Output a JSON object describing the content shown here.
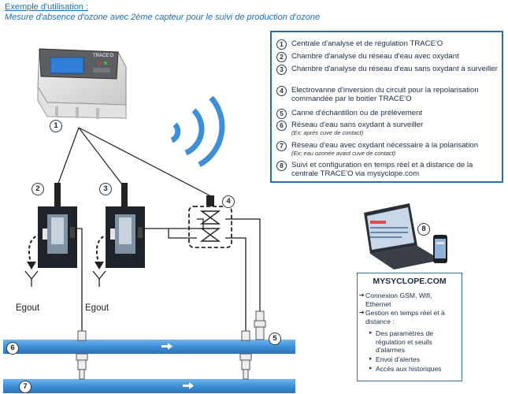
{
  "header": {
    "title": "Exemple d'utilisation :",
    "subtitle": "Mesure d'absence d'ozone avec 2ème capteur pour le suivi de production d'ozone"
  },
  "legend": [
    {
      "num": "1",
      "text": "Centrale d'analyse et de régulation TRACE'O",
      "sub": ""
    },
    {
      "num": "2",
      "text": "Chambre d'analyse du réseau d'eau avec oxydant",
      "sub": ""
    },
    {
      "num": "3",
      "text": "Chambre d'analyse du réseau d'eau sans oxydant à surveiller",
      "sub": ""
    },
    {
      "num": "4",
      "text": "Electrovanne d'inversion du circuit pour la repolarisation commandée par le boitier TRACE'O",
      "sub": ""
    },
    {
      "num": "5",
      "text": "Canne d'échantillon ou de prélèvement",
      "sub": ""
    },
    {
      "num": "6",
      "text": "Réseau d'eau sans oxydant à surveiller",
      "sub": "(Ex: après cuve de contact)"
    },
    {
      "num": "7",
      "text": "Réseau d'eau avec oxydant nécessaire à la polarisation",
      "sub": "(Ex: eau ozonée avant cuve de contact)"
    },
    {
      "num": "8",
      "text": "Suivi et configuration en temps réel et à distance de la centrale TRACE'O via mysyclope.com",
      "sub": ""
    }
  ],
  "device": {
    "brand": "TRACE'O"
  },
  "callouts": {
    "c1": "1",
    "c2": "2",
    "c3": "3",
    "c4": "4",
    "c5": "5",
    "c6": "6",
    "c7": "7",
    "c8": "8"
  },
  "drains": {
    "left": "Egout",
    "right": "Egout"
  },
  "mysyclope": {
    "title": "MYSYCLOPE.COM",
    "bullet1": "Connexion GSM, Wifi, Ethernet",
    "bullet2": "Gestion en temps réel et à distance :",
    "sub1": "Des paramètres de régulation et seuils d'alarmes",
    "sub2": "Envoi d'alertes",
    "sub3": "Accès aux historiques"
  },
  "colors": {
    "accent": "#1f6fb2",
    "pipe": "#3f8fd6",
    "legend_border": "#2a6fa8",
    "wifi": "#3d8fd8"
  },
  "icons": [
    "wifi-icon",
    "laptop-icon",
    "smartphone-icon",
    "valve-icon",
    "drain-icon",
    "flow-arrow-icon"
  ]
}
